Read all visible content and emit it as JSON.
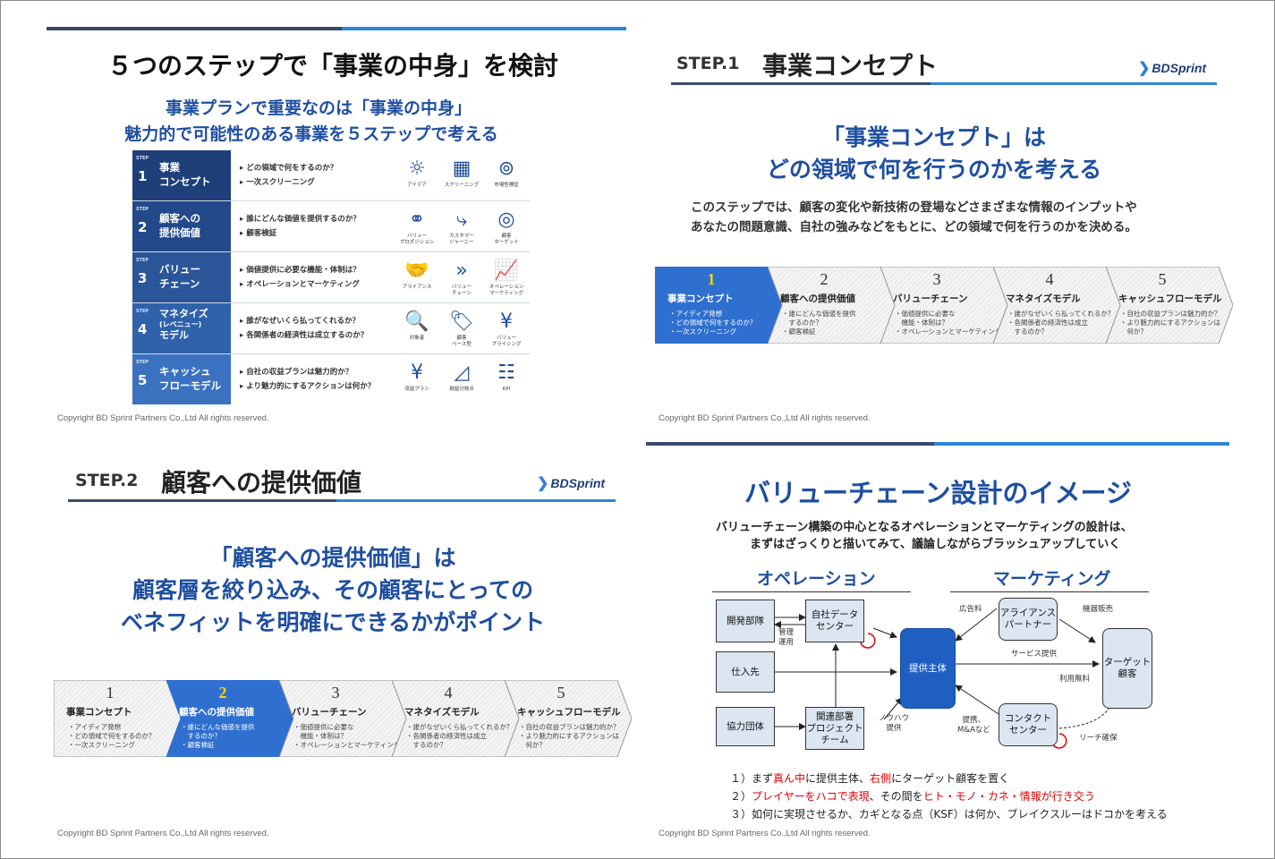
{
  "copyright": "Copyright BD Sprint Partners Co.,Ltd  All rights reserved.",
  "logo": "BDSprint",
  "slide1": {
    "title": "５つのステップで「事業の中身」を検討",
    "subtitle1": "事業プランで重要なのは「事業の中身」",
    "subtitle2": "魅力的で可能性のある事業を５ステップで考える",
    "step_label": "STEP",
    "rows": [
      {
        "num": "1",
        "name1": "事業",
        "name2": "コンセプト",
        "b1": "▸ どの領域で何をするのか？",
        "b2": "▸ 一次スクリーニング",
        "icons": [
          {
            "name": "lightbulb-icon",
            "glyph": "☼",
            "label": "アイデア"
          },
          {
            "name": "grid-icon",
            "glyph": "▦",
            "label": "スクリーニング"
          },
          {
            "name": "button-icon",
            "glyph": "⊚",
            "label": "市場性検証"
          }
        ]
      },
      {
        "num": "2",
        "name1": "顧客への",
        "name2": "提供価値",
        "b1": "▸ 誰にどんな価値を提供するのか？",
        "b2": "▸ 顧客検証",
        "icons": [
          {
            "name": "venn-icon",
            "glyph": "⚭",
            "label": "バリュー\nプロポジション"
          },
          {
            "name": "journey-icon",
            "glyph": "⤷",
            "label": "カスタマー\nジャーニー"
          },
          {
            "name": "target-icon",
            "glyph": "◎",
            "label": "顧客\nターゲット"
          }
        ]
      },
      {
        "num": "3",
        "name1": "バリュー",
        "name2": "チェーン",
        "b1": "▸ 価値提供に必要な機能・体制は？",
        "b2": "▸ オペレーションとマーケティング",
        "icons": [
          {
            "name": "handshake-icon",
            "glyph": "🤝",
            "label": "アライアンス"
          },
          {
            "name": "chevrons-icon",
            "glyph": "»",
            "label": "バリュー\nチェーン"
          },
          {
            "name": "growth-icon",
            "glyph": "📈",
            "label": "オペレーション\nマーケティング"
          }
        ]
      },
      {
        "num": "4",
        "name1": "マネタイズ",
        "name_mid": "(レベニュー)",
        "name2": "モデル",
        "b1": "▸ 誰がなぜいくら払ってくれるか？",
        "b2": "▸ 各関係者の経済性は成立するのか？",
        "icons": [
          {
            "name": "magnifier-icon",
            "glyph": "🔍",
            "label": "対象者"
          },
          {
            "name": "free-tag-icon",
            "glyph": "🏷",
            "label": "顧客\nベース型"
          },
          {
            "name": "yen-tag-icon",
            "glyph": "¥",
            "label": "バリュー\nプライシング"
          }
        ]
      },
      {
        "num": "5",
        "name1": "キャッシュ",
        "name2": "フローモデル",
        "b1": "▸ 自社の収益プランは魅力的か？",
        "b2": "▸ より魅力的にするアクションは何か？",
        "icons": [
          {
            "name": "yen-coin-icon",
            "glyph": "¥",
            "label": "収益プラン"
          },
          {
            "name": "breakeven-chart-icon",
            "glyph": "◿",
            "label": "損益分岐点"
          },
          {
            "name": "kpi-icon",
            "glyph": "☷",
            "label": "KPI"
          }
        ]
      }
    ]
  },
  "slide2": {
    "step_prefix": "STEP.1",
    "title": "事業コンセプト",
    "sub1": "「事業コンセプト」は",
    "sub2": "どの領域で何を行うのかを考える",
    "body1": "このステップでは、顧客の変化や新技術の登場などさまざまな情報のインプットや",
    "body2": "あなたの問題意識、自社の強みなどをもとに、どの領域で何を行うのかを決める。"
  },
  "slide3": {
    "step_prefix": "STEP.2",
    "title": "顧客への提供価値",
    "sub1": "「顧客への提供価値」は",
    "sub2": "顧客層を絞り込み、その顧客にとっての",
    "sub3": "ベネフィットを明確にできるかがポイント"
  },
  "chevrons": [
    {
      "num": "1",
      "name": "事業コンセプト",
      "d1": "・アイディア発想",
      "d2": "・どの領域で何をするのか？",
      "d3": "・一次スクリーニング"
    },
    {
      "num": "2",
      "name": "顧客への提供価値",
      "d1": "・誰にどんな価値を提供",
      "d2": "　するのか？",
      "d3": "・顧客検証"
    },
    {
      "num": "3",
      "name": "バリューチェーン",
      "d1": "・価値提供に必要な",
      "d2": "　機能・体制は？",
      "d3": "・オペレーションとマーケティング"
    },
    {
      "num": "4",
      "name": "マネタイズモデル",
      "d1": "・誰がなぜいくら払ってくれるか？",
      "d2": "・各関係者の経済性は成立",
      "d3": "　するのか？"
    },
    {
      "num": "5",
      "name": "キャッシュフローモデル",
      "d1": "・自社の収益プランは魅力的か？",
      "d2": "・より魅力的にするアクションは",
      "d3": "　何か？"
    }
  ],
  "slide4": {
    "title": "バリューチェーン設計のイメージ",
    "body1": "バリューチェーン構築の中心となるオペレーションとマーケティングの設計は、",
    "body2": "まずはざっくりと描いてみて、議論しながらブラッシュアップしていく",
    "ops": "オペレーション",
    "mkt": "マーケティング",
    "boxes": {
      "dev": "開発部隊",
      "sup": "仕入先",
      "coop": "協力団体",
      "dc1": "自社データ",
      "dc2": "センター",
      "rel1": "関連部署",
      "rel2": "プロジェクト",
      "rel3": "チーム",
      "main": "提供主体",
      "al1": "アライアンス",
      "al2": "パートナー",
      "cc1": "コンタクト",
      "cc2": "センター",
      "tg1": "ターゲット",
      "tg2": "顧客"
    },
    "labels": {
      "mgmt1": "管理",
      "mgmt2": "運用",
      "knowhow1": "ノウハウ",
      "knowhow2": "提供",
      "ad": "広告料",
      "equip": "機器販売",
      "service": "サービス提供",
      "fee": "利用無料",
      "tie1": "提携、",
      "tie2": "M&Aなど",
      "reach": "リーチ確保"
    },
    "notes": {
      "n1a": "１）まず",
      "n1b": "真ん中",
      "n1c": "に提供主体、",
      "n1d": "右側",
      "n1e": "にターゲット顧客を置く",
      "n2a": "２）",
      "n2b": "プレイヤーをハコで表現",
      "n2c": "、その間を",
      "n2d": "ヒト・モノ・カネ・情報が行き交う",
      "n3": "３）如何に実現させるか、カギとなる点（KSF）は何か、ブレイクスルーはドコかを考える"
    }
  },
  "colors": {
    "navy": "#1e4a9e",
    "blue": "#2f6fd0",
    "bar_dark": "#3a4a6b",
    "bar_light": "#2e86d9",
    "red": "#e00000"
  }
}
